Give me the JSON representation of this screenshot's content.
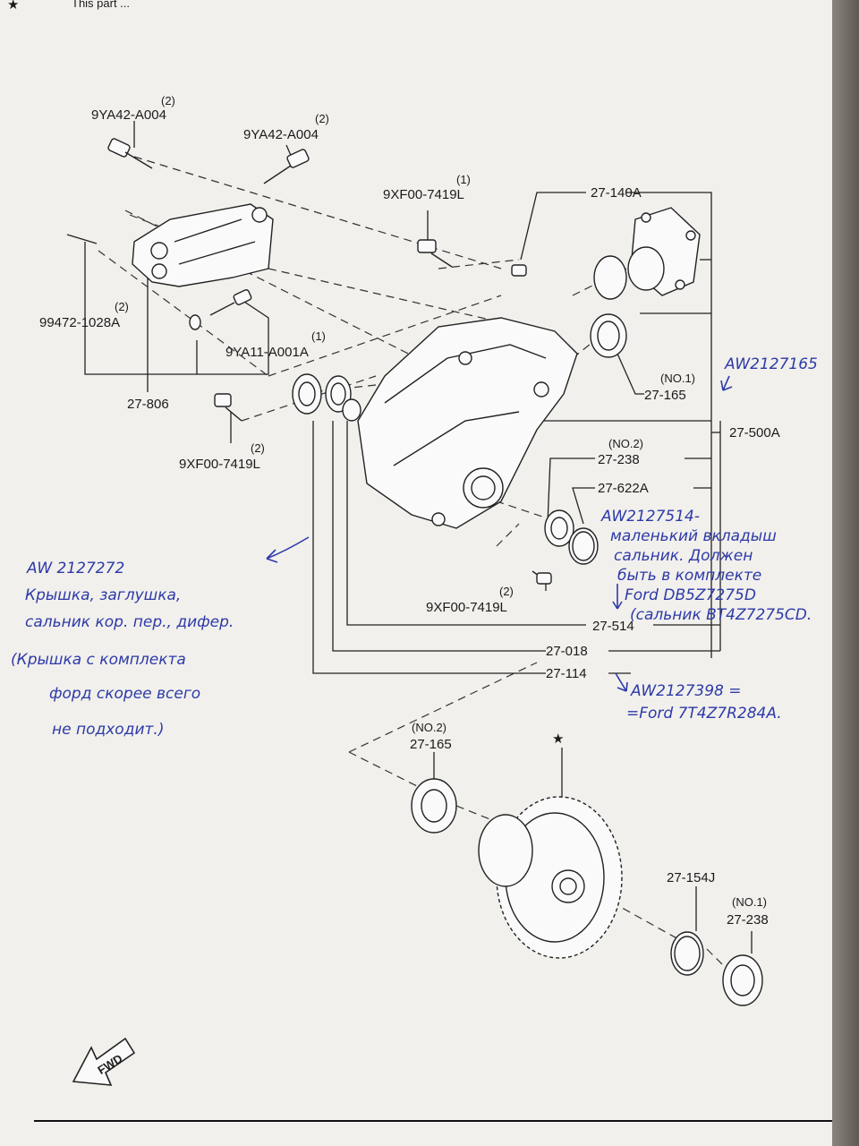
{
  "header": {
    "star": "★",
    "text": "This part ..."
  },
  "labels": {
    "bolt_top_left": {
      "qty": "(2)",
      "code": "9YA42-A004"
    },
    "bolt_top_right": {
      "qty": "(2)",
      "code": "9YA42-A004"
    },
    "bolt_mid": {
      "qty": "(1)",
      "code": "9XF00-7419L"
    },
    "flange": {
      "code": "27-140A"
    },
    "stud_left": {
      "qty": "(2)",
      "code": "99472-1028A"
    },
    "bolt_washer": {
      "qty": "(1)",
      "code": "9YA11-A001A"
    },
    "bracket": {
      "code": "27-806"
    },
    "seal_no1": {
      "qty": "(NO.1)",
      "code": "27-165"
    },
    "bolt_lower_left": {
      "qty": "(2)",
      "code": "9XF00-7419L"
    },
    "case_assy": {
      "code": "27-500A"
    },
    "bearing_no2_top": {
      "qty": "(NO.2)",
      "code": "27-238"
    },
    "oring": {
      "code": "27-622A"
    },
    "bolt_lower_mid": {
      "qty": "(2)",
      "code": "9XF00-7419L"
    },
    "seal_514": {
      "code": "27-514"
    },
    "seal_018": {
      "code": "27-018"
    },
    "seal_114": {
      "code": "27-114"
    },
    "bearing_no2": {
      "qty": "(NO.2)",
      "code": "27-165"
    },
    "star_part": {
      "mark": "★"
    },
    "shim": {
      "code": "27-154J"
    },
    "bearing_no1": {
      "qty": "(NO.1)",
      "code": "27-238"
    },
    "fwd": {
      "text": "FWD"
    }
  },
  "handwriting": {
    "note_right_top": "AW2127165",
    "note_514": [
      "AW2127514-",
      "маленький вкладыш",
      "сальник. Должен",
      "быть в комплекте",
      "Ford DB5Z7275D",
      "(сальник BT4Z7275CD."
    ],
    "note_left": [
      "AW  2127272",
      "Крышка, заглушка,",
      "сальник кор. пер., дифер.",
      "(Крышка с комплекта",
      "форд скорее всего",
      "не подходит.)"
    ],
    "note_398": [
      "AW2127398 =",
      "=Ford 7T4Z7R284A."
    ]
  },
  "colors": {
    "paper": "#f1f0ec",
    "ink_blue": "#2e3aa8",
    "print": "#1b1b1b"
  }
}
